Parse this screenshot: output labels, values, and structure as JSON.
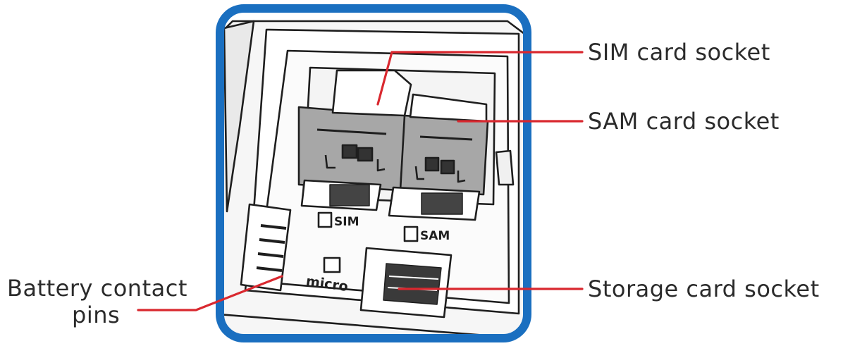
{
  "diagram": {
    "labels": {
      "sim_socket": "SIM card socket",
      "sam_socket": "SAM card socket",
      "storage_socket": "Storage card socket",
      "battery_pins_line1": "Battery contact",
      "battery_pins_line2": "pins"
    },
    "slot_marks": {
      "sim": "SIM",
      "sam": "SAM",
      "micro": "micro"
    },
    "colors": {
      "frame_blue": "#1a6fc0",
      "leader_red": "#d9282f",
      "socket_gray": "#a7a7a7",
      "outline": "#1e1e1e"
    }
  }
}
